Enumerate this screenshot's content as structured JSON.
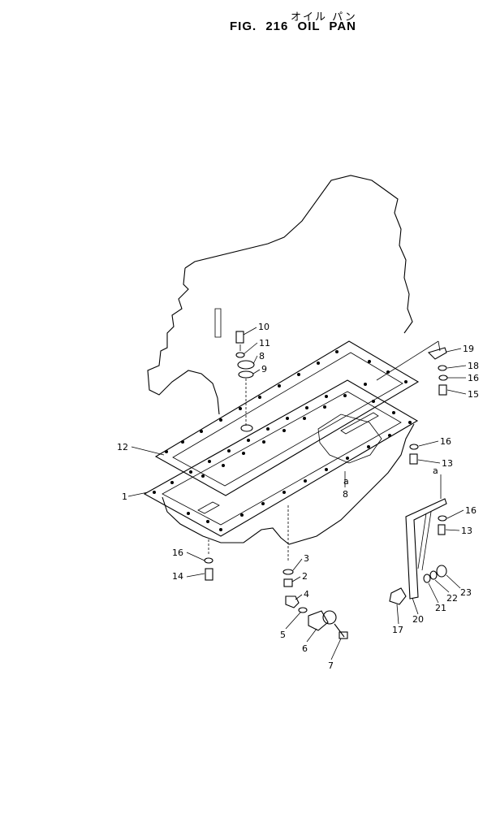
{
  "figure": {
    "japanese_title": "オイル パン",
    "title": "FIG. 216   OIL  PAN"
  },
  "callouts": [
    {
      "id": "c1",
      "text": "1"
    },
    {
      "id": "c2",
      "text": "2"
    },
    {
      "id": "c3",
      "text": "3"
    },
    {
      "id": "c4",
      "text": "4"
    },
    {
      "id": "c5",
      "text": "5"
    },
    {
      "id": "c6",
      "text": "6"
    },
    {
      "id": "c7",
      "text": "7"
    },
    {
      "id": "c8a",
      "text": "8"
    },
    {
      "id": "c8b",
      "text": "8"
    },
    {
      "id": "c9",
      "text": "9"
    },
    {
      "id": "c10",
      "text": "10"
    },
    {
      "id": "c11",
      "text": "11"
    },
    {
      "id": "c12",
      "text": "12"
    },
    {
      "id": "c13a",
      "text": "13"
    },
    {
      "id": "c13b",
      "text": "13"
    },
    {
      "id": "c14",
      "text": "14"
    },
    {
      "id": "c15",
      "text": "15"
    },
    {
      "id": "c16a",
      "text": "16"
    },
    {
      "id": "c16b",
      "text": "16"
    },
    {
      "id": "c16c",
      "text": "16"
    },
    {
      "id": "c16d",
      "text": "16"
    },
    {
      "id": "c17",
      "text": "17"
    },
    {
      "id": "c18",
      "text": "18"
    },
    {
      "id": "c19",
      "text": "19"
    },
    {
      "id": "c20",
      "text": "20"
    },
    {
      "id": "c21",
      "text": "21"
    },
    {
      "id": "c22",
      "text": "22"
    },
    {
      "id": "c23",
      "text": "23"
    },
    {
      "id": "ca1",
      "text": "a"
    },
    {
      "id": "ca2",
      "text": "a"
    }
  ]
}
